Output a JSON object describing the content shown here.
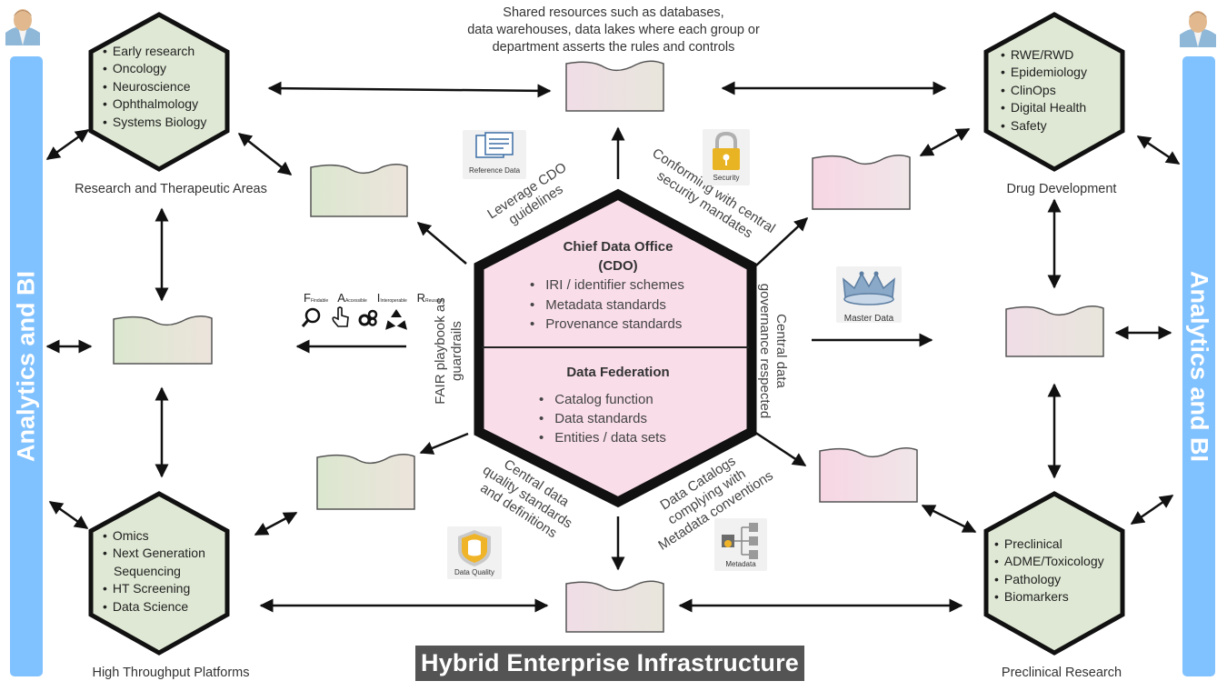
{
  "top_note": {
    "line1": "Shared resources such as databases,",
    "line2": "data warehouses, data lakes where each group or",
    "line3": "department asserts the rules and controls"
  },
  "groups": {
    "research": {
      "label": "Research and Therapeutic Areas",
      "items": [
        "Early research",
        "Oncology",
        "Neuroscience",
        "Ophthalmology",
        "Systems Biology"
      ]
    },
    "high_throughput": {
      "label": "High Throughput Platforms",
      "items": [
        "Omics",
        "Next Generation",
        "Sequencing",
        "HT Screening",
        "Data Science"
      ]
    },
    "drug_development": {
      "label": "Drug Development",
      "items": [
        "RWE/RWD",
        "Epidemiology",
        "ClinOps",
        "Digital Health",
        "Safety"
      ]
    },
    "preclinical": {
      "label": "Preclinical Research",
      "items": [
        "Preclinical",
        "ADME/Toxicology",
        "Pathology",
        "Biomarkers"
      ]
    }
  },
  "cdo": {
    "title1": "Chief Data Office",
    "title2": "(CDO)",
    "items": [
      "IRI / identifier schemes",
      "Metadata standards",
      "Provenance standards"
    ],
    "federation_title": "Data Federation",
    "federation_items": [
      "Catalog function",
      "Data standards",
      "Entities / data sets"
    ]
  },
  "guidelines": {
    "leverage": [
      "Leverage CDO",
      "guidelines"
    ],
    "security": [
      "Conforming with central",
      "security mandates"
    ],
    "fair": [
      "FAIR playbook as",
      "guardrails"
    ],
    "governance": [
      "Central data",
      "governance respected"
    ],
    "quality": [
      "Central data",
      "quality standards",
      "and definitions"
    ],
    "catalogs": [
      "Data Catalogs",
      "complying with",
      "Metadata conventions"
    ]
  },
  "icons": {
    "reference_data": "Reference Data",
    "security": "Security",
    "master_data": "Master Data",
    "data_quality": "Data Quality",
    "metadata": "Metadata",
    "fair_letters": {
      "f": "F",
      "f_small": "Findable",
      "a": "A",
      "a_small": "Accessible",
      "i": "I",
      "i_small": "Interoperable",
      "r": "R",
      "r_small": "Reusable"
    }
  },
  "side_label": "Analytics and BI",
  "banner": "Hybrid Enterprise Infrastructure",
  "colors": {
    "hex_green": "#dfe8d4",
    "db_green": "#e3ead6",
    "db_pink": "#f5d9e4",
    "cdo_pink": "#f9dde9",
    "side_bar": "#80c1ff",
    "banner": "#545454"
  }
}
